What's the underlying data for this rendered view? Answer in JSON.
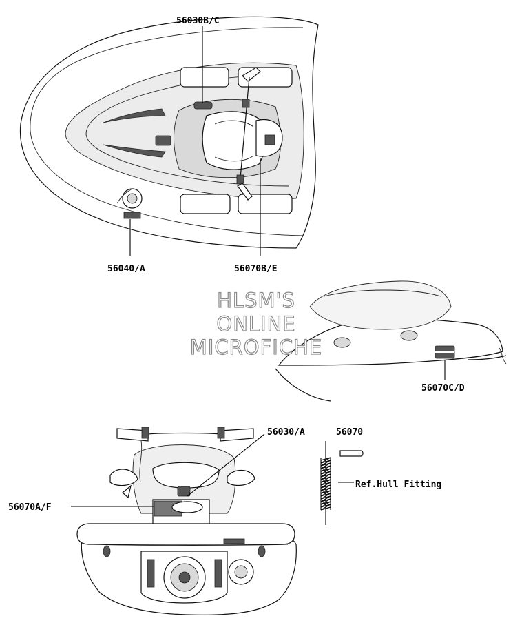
{
  "callouts": {
    "top_b_c": "56030B/C",
    "top_40a": "56040/A",
    "top_70be": "56070B/E",
    "side_70cd": "56070C/D",
    "rear_30a": "56030/A",
    "rear_70af": "56070A/F",
    "part_70": "56070",
    "ref_hull": "Ref.Hull Fitting"
  },
  "watermark": {
    "line1": "HLSM'S",
    "line2": "ONLINE",
    "line3": "MICROFICHE"
  }
}
